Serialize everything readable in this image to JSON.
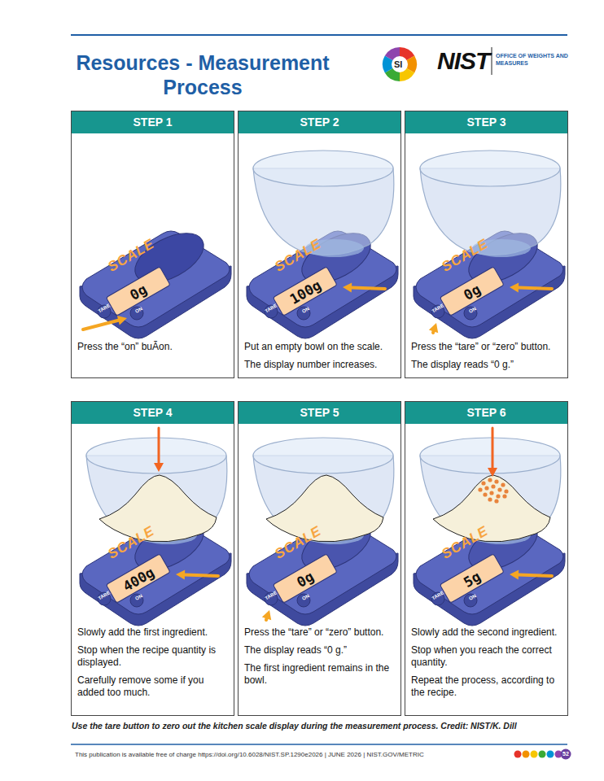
{
  "diagram": {
    "title": "Resources - Measurement Process",
    "caption": "Use the tare button to zero out the kitchen scale display during the measurement process. Credit: NIST/K. Dill",
    "nodes": [
      {
        "text": [
          "STEP 1",
          "Press the “on” buÃon."
        ]
      },
      {
        "text": [
          "STEP 2",
          "Put an empty bowl on the scale.",
          "The display number increases."
        ]
      },
      {
        "text": [
          "STEP 3",
          "Press the “tare” or “zero” button.",
          "The display reads “0 g.”"
        ]
      },
      {
        "text": [
          "STEP 4",
          "Slowly add the first ingredient.",
          "Stop when the recipe quantity is displayed.",
          "Carefully remove some if you added too much."
        ]
      },
      {
        "text": [
          "STEP 5",
          "Press the “tare” or “zero” button.",
          "The display reads “0 g.”",
          "The first ingredient remains in the bowl."
        ]
      },
      {
        "text": [
          "STEP 6",
          "Slowly add the second ingredient.",
          "Stop when you reach the correct quantity.",
          "Repeat the process, according to the recipe."
        ]
      }
    ],
    "labels": [
      "SI",
      "NIST",
      "OFFICE OF WEIGHTS AND MEASURES",
      "SCALE",
      "TARE",
      "ON",
      "0g",
      "SCALE",
      "TARE",
      "ON",
      "100g",
      "SCALE",
      "TARE",
      "ON",
      "0g",
      "SCALE",
      "TARE",
      "ON",
      "400g",
      "SCALE",
      "TARE",
      "ON",
      "0g",
      "SCALE",
      "TARE",
      "ON",
      "5g",
      "This publication is available free of charge https://doi.org/10.6028/NIST.SP.1290e2026 | JUNE 2026 | NIST.GOV/METRIC",
      "52"
    ]
  }
}
